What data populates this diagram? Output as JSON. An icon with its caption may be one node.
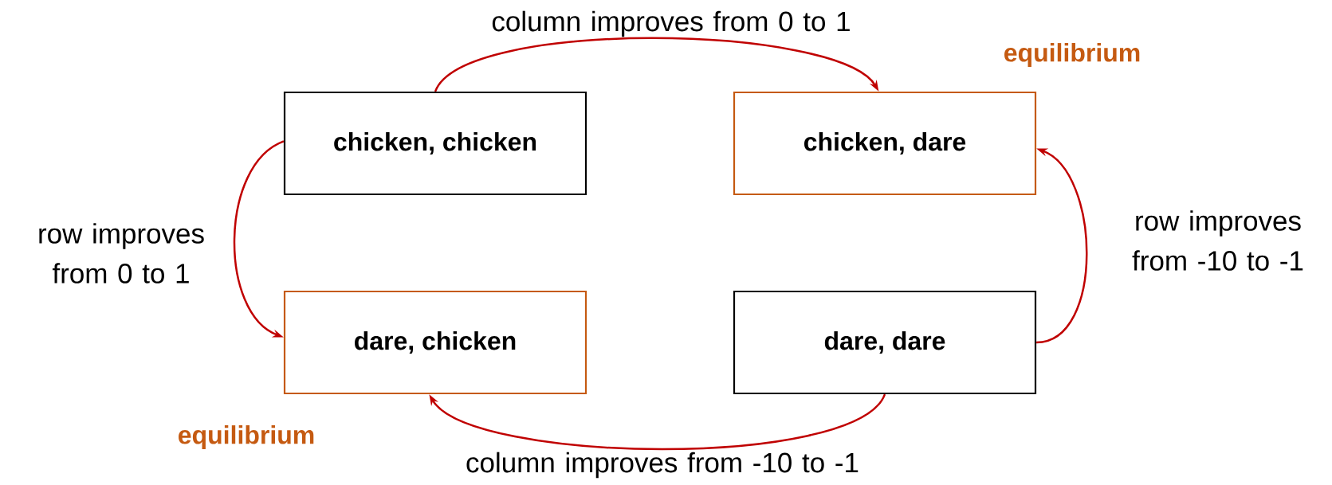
{
  "diagram": {
    "nodes": [
      {
        "text": [
          "chicken, chicken"
        ]
      },
      {
        "text": [
          "chicken, dare"
        ],
        "beside": [
          "equilibrium"
        ]
      },
      {
        "text": [
          "dare, chicken"
        ],
        "beside": [
          "equilibrium"
        ]
      },
      {
        "text": [
          "dare, dare"
        ]
      }
    ],
    "edges": [
      {
        "from": 0,
        "to": 1,
        "arrow": "to",
        "label": "column improves from 0 to 1"
      },
      {
        "from": 0,
        "to": 2,
        "arrow": "to",
        "label": "row improves from 0 to 1"
      },
      {
        "from": 3,
        "to": 1,
        "arrow": "to",
        "label": "row improves from -10 to -1"
      },
      {
        "from": 3,
        "to": 2,
        "arrow": "to",
        "label": "column improves from -10 to -1"
      }
    ]
  }
}
